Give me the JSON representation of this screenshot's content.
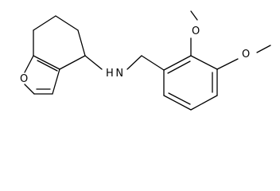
{
  "molecule": {
    "atoms": {
      "O_furan": "O",
      "N_amine": "H N",
      "O_methoxy_top": "O",
      "O_methoxy_right": "O"
    }
  }
}
